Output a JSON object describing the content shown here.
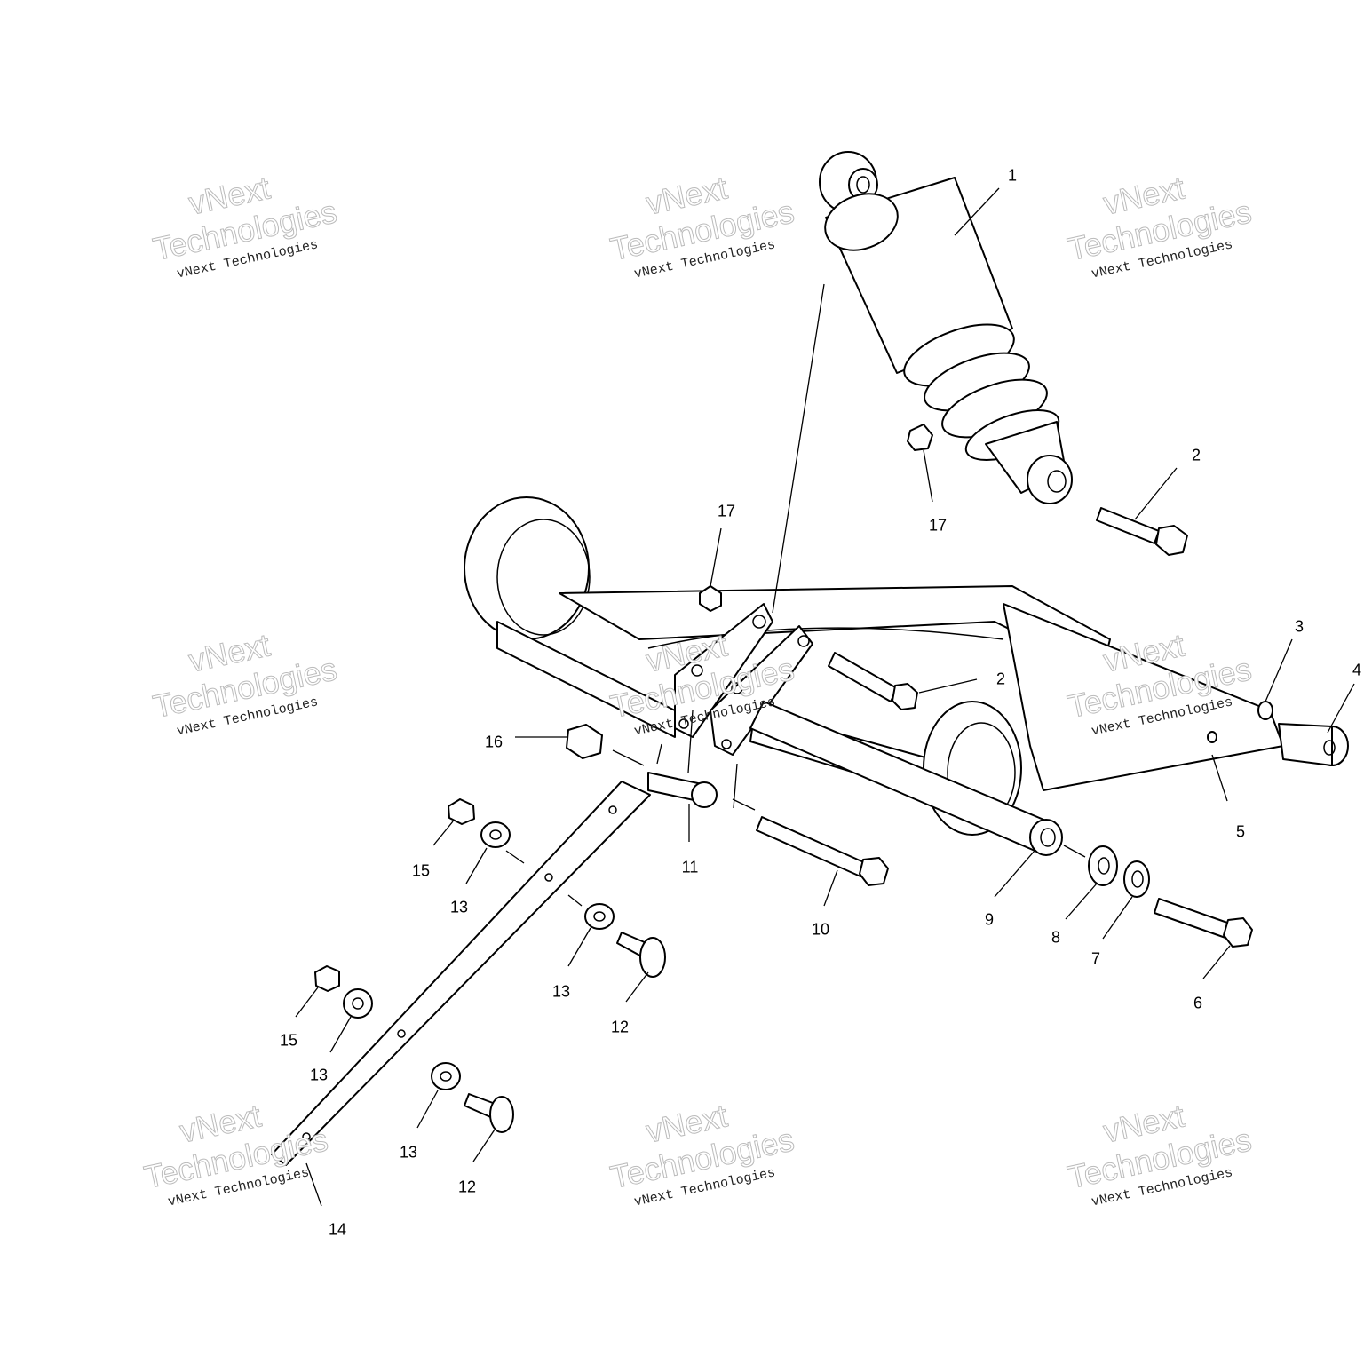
{
  "watermark": {
    "small": "vNext Technologies",
    "big_line1": "vNext",
    "big_line2": "Technologies"
  },
  "callouts": {
    "c1": "1",
    "c2a": "2",
    "c2b": "2",
    "c3": "3",
    "c4": "4",
    "c5": "5",
    "c6": "6",
    "c7": "7",
    "c8": "8",
    "c9": "9",
    "c10": "10",
    "c11": "11",
    "c12a": "12",
    "c12b": "12",
    "c13a": "13",
    "c13b": "13",
    "c13c": "13",
    "c13d": "13",
    "c14": "14",
    "c15a": "15",
    "c15b": "15",
    "c16": "16",
    "c17a": "17",
    "c17b": "17"
  }
}
